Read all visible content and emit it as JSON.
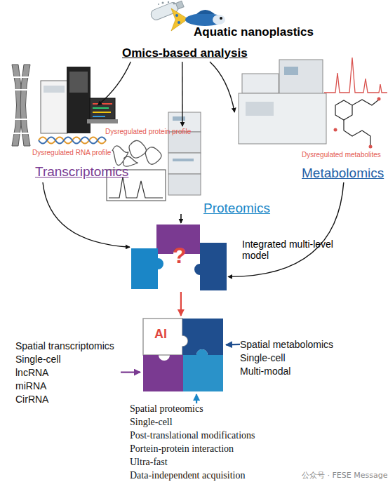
{
  "diagram": {
    "nodes": [
      {
        "text": [
          "Aquatic nanoplastics",
          "Omics-based analysis"
        ]
      },
      {
        "text": [
          "Dysregulated RNA profile",
          "Transcriptomics"
        ]
      },
      {
        "text": [
          "Dysregulated protein profile",
          "Proteomics"
        ]
      },
      {
        "text": [
          "Dysregulated metabolites",
          "Metabolomics"
        ]
      },
      {
        "text": [
          "?",
          "Integrated multi-level model"
        ]
      },
      {
        "text": [
          "AI"
        ]
      },
      {
        "text": [
          "Spatial transcriptomics",
          "Single-cell",
          "lncRNA",
          "miRNA",
          "CirRNA"
        ]
      },
      {
        "text": [
          "Spatial metabolomics",
          "Single-cell",
          "Multi-modal"
        ]
      },
      {
        "text": [
          "Spatial proteomics",
          "Single-cell",
          "Post-translational modifications",
          "Portein-protein interaction",
          "Ultra-fast",
          "Data-independent acquisition"
        ]
      }
    ],
    "edges": [
      {
        "from": 0,
        "to": 1,
        "arrow": "to"
      },
      {
        "from": 0,
        "to": 2,
        "arrow": "to"
      },
      {
        "from": 0,
        "to": 3,
        "arrow": "to"
      },
      {
        "from": 1,
        "to": 4,
        "arrow": "to"
      },
      {
        "from": 2,
        "to": 4,
        "arrow": "to"
      },
      {
        "from": 3,
        "to": 4,
        "arrow": "to"
      },
      {
        "from": 4,
        "to": 5,
        "arrow": "to"
      },
      {
        "from": 6,
        "to": 5,
        "arrow": "to"
      },
      {
        "from": 7,
        "to": 5,
        "arrow": "to"
      },
      {
        "from": 8,
        "to": 5,
        "arrow": "to"
      }
    ],
    "labels": [
      "公众号 · FESE Message"
    ]
  }
}
